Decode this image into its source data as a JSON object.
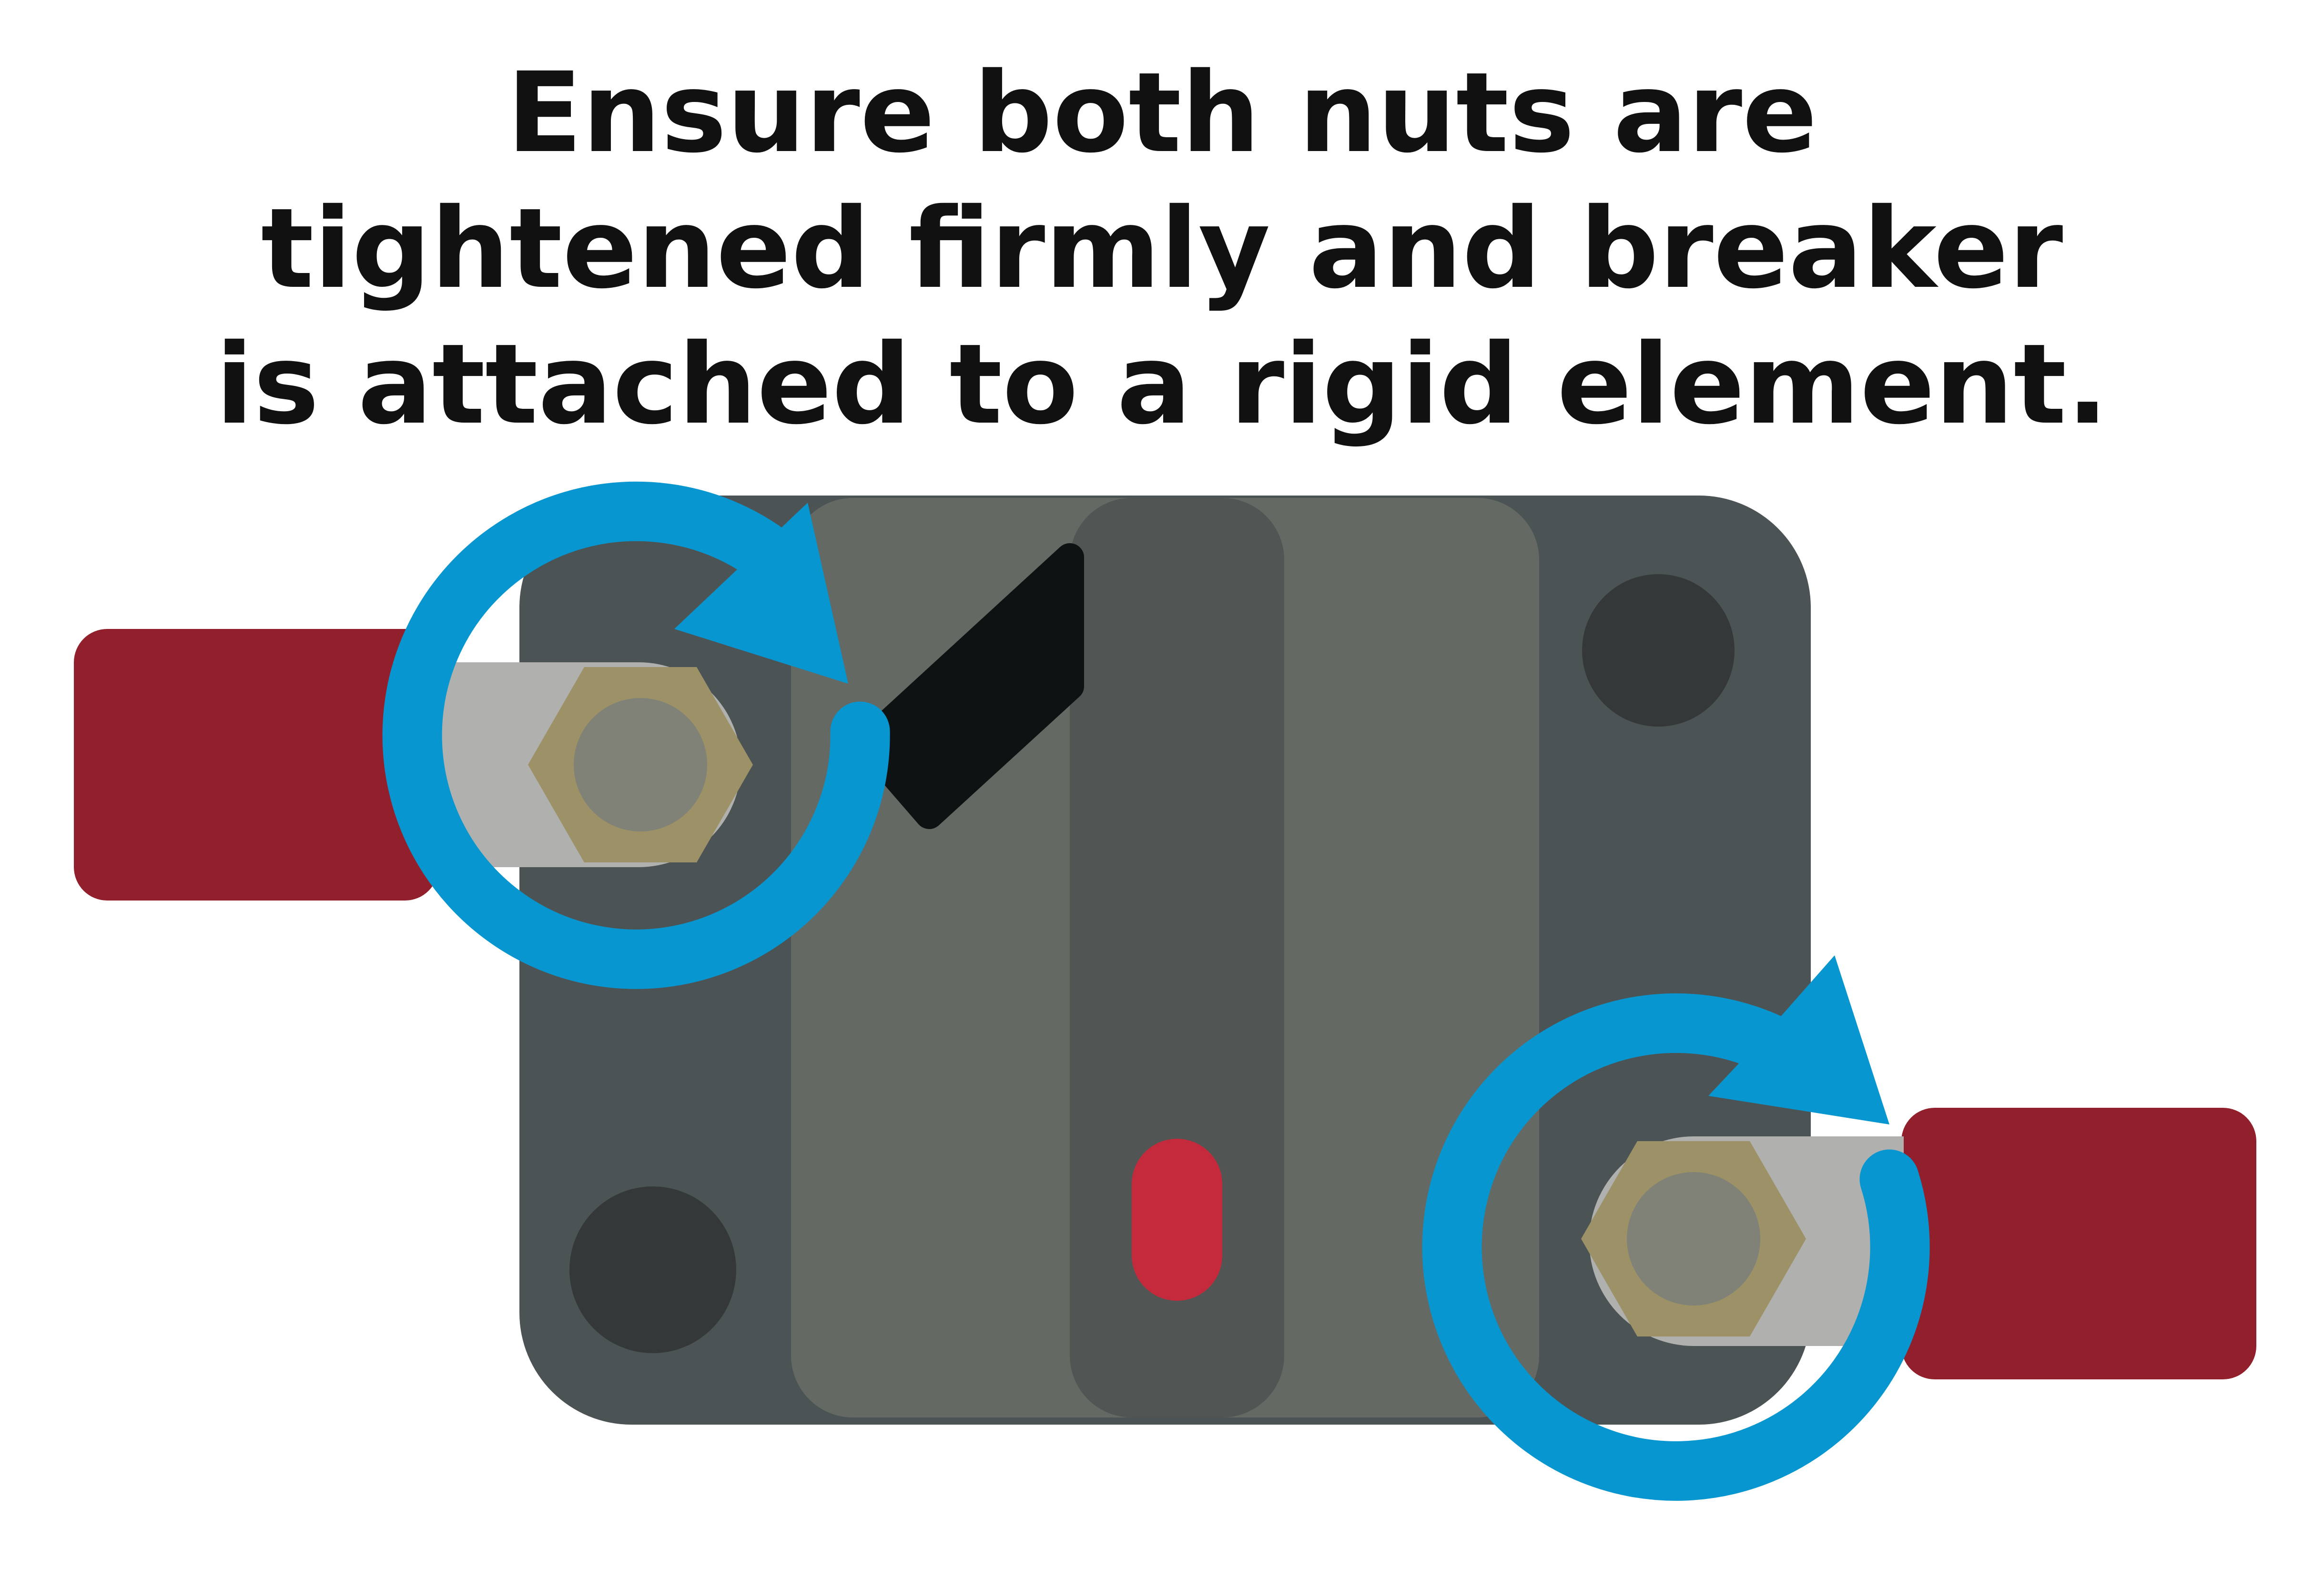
{
  "instruction": {
    "line1": "Ensure both nuts are",
    "line2": "tightened firmly and breaker",
    "line3": "is attached to a rigid element."
  },
  "colors": {
    "background": "#ffffff",
    "text": "#111111",
    "breaker_body": "#4b5354",
    "breaker_panel": "#646963",
    "breaker_rail": "#515654",
    "mount_hole": "#343839",
    "lever": "#0f1212",
    "indicator": "#c42a3b",
    "terminal_lug": "#911f2c",
    "stud": "#b0b1ae",
    "nut": "#9c9167",
    "bolt": "#808177",
    "rotation_arrow": "#0896d0"
  },
  "icons": {
    "rotation": "clockwise-rotation-arrow-icon",
    "nut": "hex-nut-icon"
  }
}
